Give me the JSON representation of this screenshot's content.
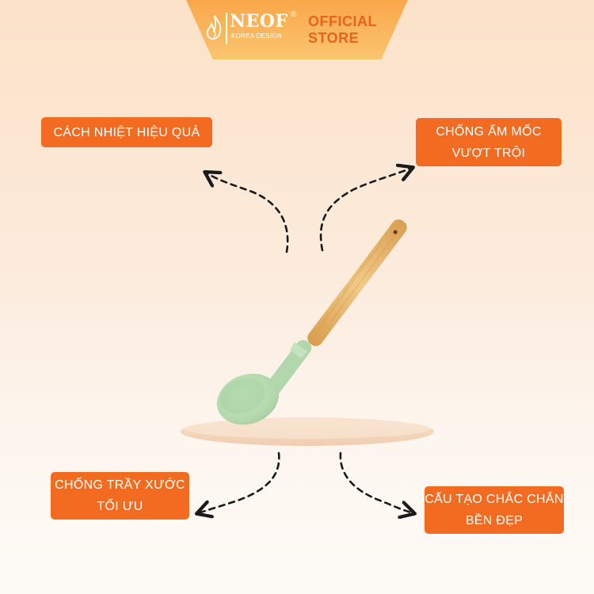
{
  "brand": {
    "name": "NEOF",
    "registered_mark": "®",
    "subtitle": "KOREA DESIGN",
    "store_line1": "OFFICIAL",
    "store_line2": "STORE",
    "logo_icon": "flame-logo-icon",
    "banner_color": "#f9a74a",
    "store_text_color": "#e9631b"
  },
  "features": {
    "top_left": {
      "lines": [
        "CÁCH NHIỆT HIỆU QUẢ"
      ]
    },
    "top_right": {
      "lines": [
        "CHỐNG ẨM MỐC",
        "VƯỢT TRỘI"
      ]
    },
    "bottom_left": {
      "lines": [
        "CHỐNG TRẦY XƯỚC",
        "TỐI ƯU"
      ]
    },
    "bottom_right": {
      "lines": [
        "CẤU TẠO CHẮC CHẮN",
        "BỀN ĐẸP"
      ]
    },
    "tag_color": "#f26b21"
  },
  "product": {
    "image": "silicone-spoon-wooden-handle",
    "head_color": "#b9dcb4",
    "handle_color": "#e6b76a"
  },
  "pointers": {
    "icon": "dashed-curved-arrow-icon",
    "color": "#1a1a1a"
  }
}
